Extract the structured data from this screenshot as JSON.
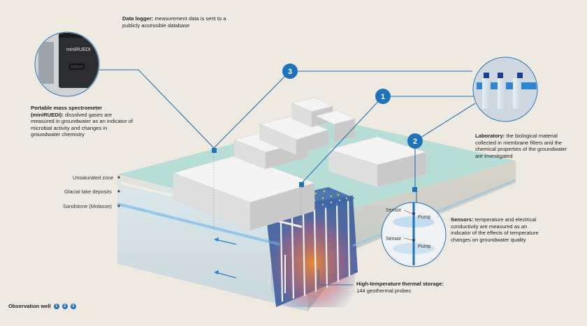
{
  "callouts": {
    "data_logger": {
      "title": "Data logger:",
      "text": "measurement data is sent to a publicly accessible database"
    },
    "mass_spec": {
      "title": "Portable mass spectrometer (miniRUEDI):",
      "text": "dissolved gases are measured in groundwater as an indicator of microbial activity and changes in groundwater chemistry"
    },
    "laboratory": {
      "title": "Laboratory:",
      "text": "the biological material collected in membrane filters and the chemical properties of the groundwater are investigated"
    },
    "sensors": {
      "title": "Sensors:",
      "text": "temperature and electrical conductivity are measured as an indicator of the effects of temperature changes on groundwater quality"
    },
    "thermal": {
      "title": "High-temperature thermal storage:",
      "text": "144 geothermal probes"
    }
  },
  "layers": [
    "Unsaturated zone",
    "Glacial lake deposits",
    "Sandstone (Molasse)"
  ],
  "device_label": "miniRUEDI",
  "sensor_labels": {
    "sensor": "Sensor",
    "pump": "Pump"
  },
  "wells": [
    "1",
    "2",
    "3"
  ],
  "legend": {
    "title": "Observation well",
    "numbers": [
      "1",
      "2",
      "3"
    ]
  },
  "colors": {
    "badge": "#1d72b8",
    "water": "#b7ddd7",
    "background": "#efeae1",
    "heat": "#e8742a"
  }
}
